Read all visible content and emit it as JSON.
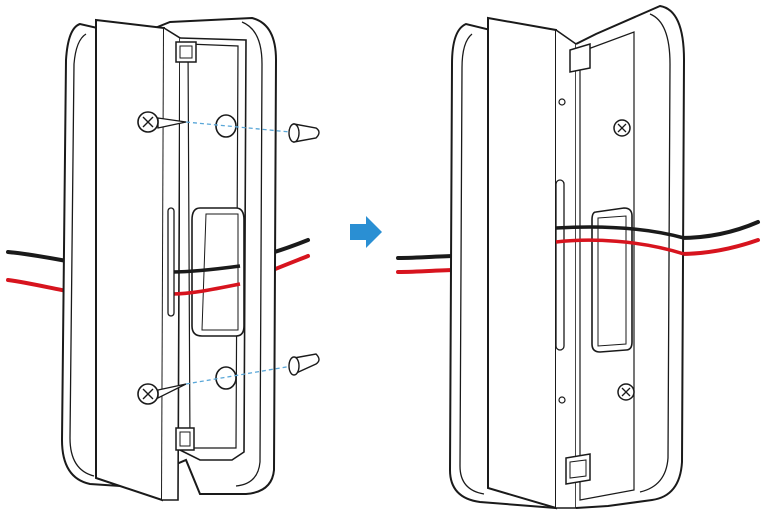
{
  "figure": {
    "panels": [
      {
        "id": "before",
        "description_icon": "mounting-bracket-with-screws"
      },
      {
        "id": "after",
        "description_icon": "mounted-bracket-with-wires"
      }
    ],
    "arrow_icon": "right-arrow-icon",
    "colors": {
      "outline": "#1a1a1a",
      "black_wire": "#1a1a1a",
      "red_wire": "#d7141e",
      "arrow": "#2a8fd3",
      "guide_dash": "#5aa7d8"
    }
  }
}
